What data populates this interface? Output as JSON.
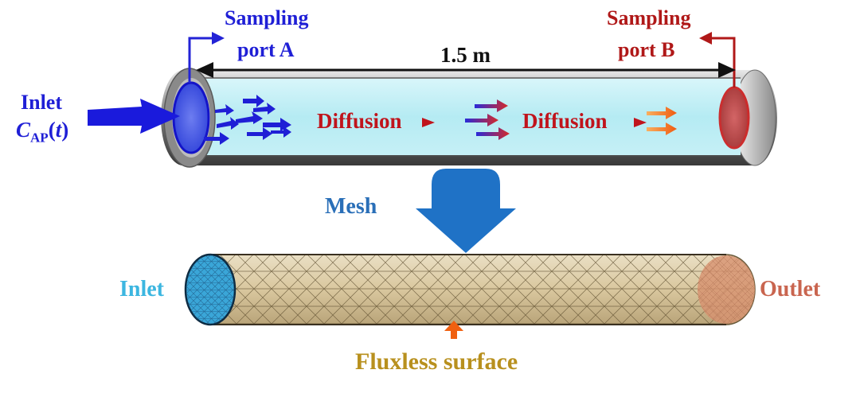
{
  "labels": {
    "sampling_a": [
      "Sampling",
      "port A"
    ],
    "sampling_b": [
      "Sampling",
      "port B"
    ],
    "length": "1.5 m",
    "inlet_top": "Inlet",
    "inlet_formula": {
      "c": "C",
      "sub": "AP",
      "open": "(",
      "t": "t",
      "close": ")"
    },
    "diffusion_1": "Diffusion",
    "diffusion_2": "Diffusion",
    "mesh": "Mesh",
    "inlet_bottom": "Inlet",
    "outlet": "Outlet",
    "fluxless": "Fluxless surface"
  },
  "colors": {
    "port_a": "#1f1fd6",
    "port_b": "#b01818",
    "diffusion_text": "#c0141c",
    "mesh_arrow": "#1f72c6",
    "pipe_fluid": "#bfeef5",
    "mesh_body": "#dccba5",
    "mesh_inlet_face": "#3aa6d8",
    "mesh_outlet_face": "#d7916f",
    "fluxless_arrow": "#f06010"
  }
}
